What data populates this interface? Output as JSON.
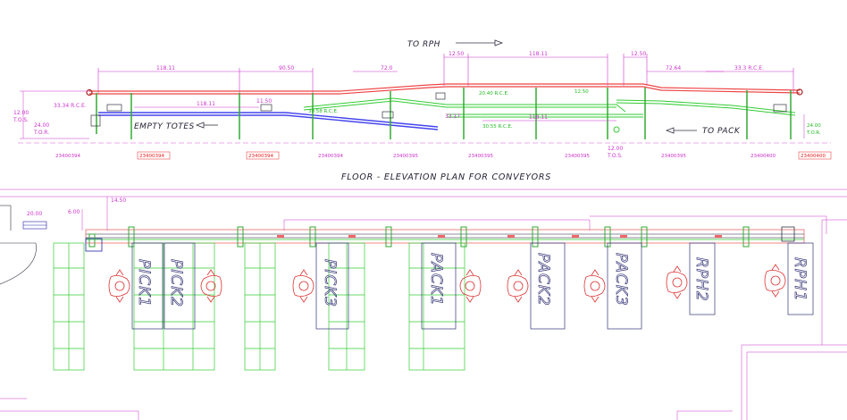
{
  "drawing": {
    "title": "FLOOR - ELEVATION PLAN FOR CONVEYORS",
    "flow_to_rph": "TO RPH",
    "flow_to_pack": "TO PACK",
    "flow_empty_totes": "EMPTY TOTES",
    "colors": {
      "upper_conveyor": "#ee4444",
      "lower_conveyor": "#4444ee",
      "incline_conveyor": "#33cc33",
      "dimension": "#cc33cc",
      "text": "#222233"
    }
  },
  "elevation_dims": {
    "d1": "118.11",
    "d2": "90.50",
    "d3": "72.0",
    "d4": "12.50",
    "d5": "118.11",
    "d6": "12.50",
    "d7": "72.64",
    "d8": "33.3 R.C.E.",
    "d9": "33.34 R.C.E.",
    "d10": "118.11",
    "d11": "11.50",
    "d12": "30.58 R.C.E.",
    "d13": "20.40 R.C.E.",
    "d14": "12.50",
    "d15": "33.17",
    "d16": "118.11",
    "d17": "30.55 R.C.E.",
    "left_height": "12.00",
    "left_tos": "T.O.S.",
    "left_tor_val": "24.00",
    "left_tor": "T.O.R.",
    "right_height": "24.00",
    "right_tor": "T.O.R.",
    "mid_height": "12.00",
    "mid_tos": "T.O.S."
  },
  "support_tags": [
    "23400394",
    "23400394",
    "23400394",
    "23400394",
    "23400395",
    "23400395",
    "23400395",
    "23400395",
    "23400400",
    "23400400"
  ],
  "plan_dims": {
    "p1": "14.50",
    "p2": "20.00",
    "p3": "6.00"
  },
  "stations": [
    {
      "label": "PICK1"
    },
    {
      "label": "PICK2"
    },
    {
      "label": "PICK3"
    },
    {
      "label": "PACK1"
    },
    {
      "label": "PACK2"
    },
    {
      "label": "PACK3"
    },
    {
      "label": "RPH2"
    },
    {
      "label": "RPH1"
    }
  ]
}
